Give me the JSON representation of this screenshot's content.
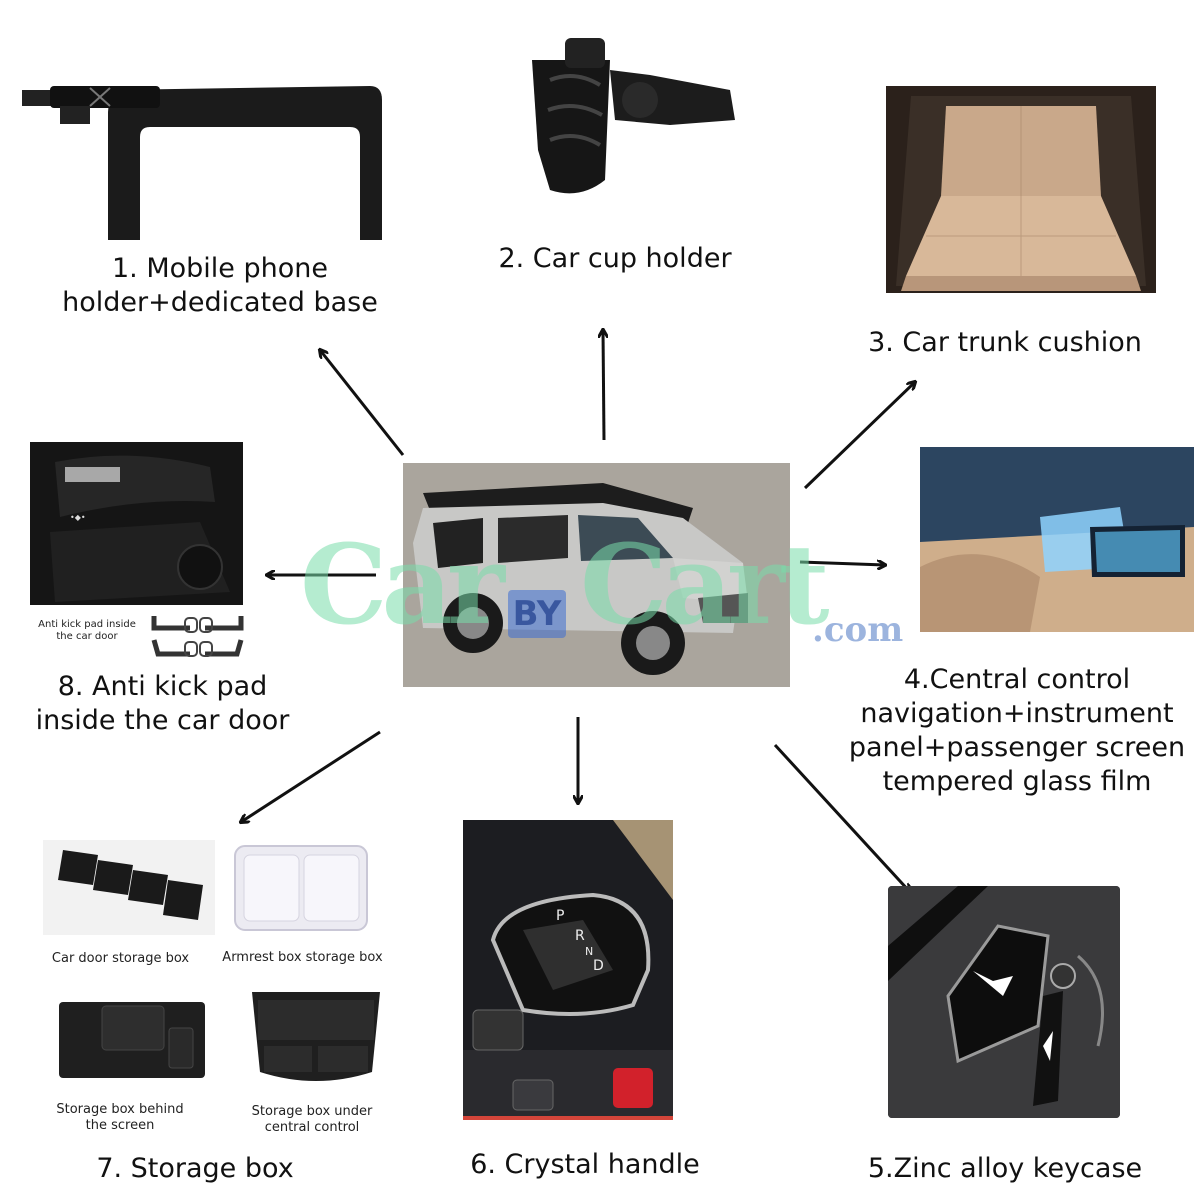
{
  "center": {
    "alt": "BYD off-road SUV (silver with roof rack)"
  },
  "watermark": {
    "left": "Car",
    "badge": "BY",
    "right": "Cart",
    "suffix": ".com"
  },
  "items": [
    {
      "id": 1,
      "label": "1. Mobile phone\nholder+dedicated base"
    },
    {
      "id": 2,
      "label": "2.  Car cup holder"
    },
    {
      "id": 3,
      "label": "3.  Car trunk cushion"
    },
    {
      "id": 4,
      "label": "4.Central control\nnavigation+instrument\npanel+passenger screen\ntempered glass film"
    },
    {
      "id": 5,
      "label": "5.Zinc alloy keycase"
    },
    {
      "id": 6,
      "label": "6. Crystal handle",
      "gear_letters": [
        "P",
        "R",
        "N",
        "D"
      ]
    },
    {
      "id": 7,
      "label": "7. Storage box",
      "sub_items": [
        {
          "label": "Car door storage box"
        },
        {
          "label": "Armrest box storage box"
        },
        {
          "label": "Storage box behind\nthe screen"
        },
        {
          "label": "Storage box under\ncentral control"
        }
      ]
    },
    {
      "id": 8,
      "label": "8. Anti kick pad\ninside the car door",
      "caption": "Anti kick pad inside\nthe car door"
    }
  ],
  "colors": {
    "arrow": "#111111",
    "watermark_green": "#7fdcaa",
    "watermark_blue": "#3a6fd0"
  }
}
